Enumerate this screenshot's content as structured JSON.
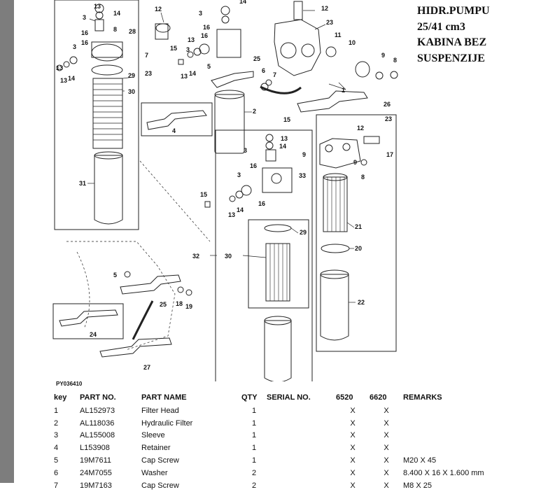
{
  "title_lines": [
    "HIDR.PUMPU",
    "25/41 cm3",
    "KABINA BEZ",
    "SUSPENZIJE"
  ],
  "figure_id": "PY036410",
  "callouts": {
    "c1": "1",
    "c2": "2",
    "c3": "3",
    "c4": "4",
    "c5": "5",
    "c6": "6",
    "c7": "7",
    "c8": "8",
    "c9": "9",
    "c10": "10",
    "c11": "11",
    "c12": "12",
    "c13": "13",
    "c14": "14",
    "c15": "15",
    "c16": "16",
    "c17": "17",
    "c18": "18",
    "c19": "19",
    "c20": "20",
    "c21": "21",
    "c22": "22",
    "c23": "23",
    "c24": "24",
    "c25": "25",
    "c26": "26",
    "c27": "27",
    "c28": "28",
    "c29": "29",
    "c30": "30",
    "c31": "31",
    "c32": "32",
    "c33": "33"
  },
  "table": {
    "headers": {
      "key": "key",
      "part_no": "PART NO.",
      "part_name": "PART NAME",
      "qty": "QTY",
      "serial": "SERIAL NO.",
      "m6520": "6520",
      "m6620": "6620",
      "remarks": "REMARKS"
    },
    "rows": [
      {
        "key": "1",
        "part_no": "AL152973",
        "part_name": "Filter Head",
        "qty": "1",
        "serial": "",
        "m6520": "X",
        "m6620": "X",
        "remarks": ""
      },
      {
        "key": "2",
        "part_no": "AL118036",
        "part_name": "Hydraulic Filter",
        "qty": "1",
        "serial": "",
        "m6520": "X",
        "m6620": "X",
        "remarks": ""
      },
      {
        "key": "3",
        "part_no": "AL155008",
        "part_name": "Sleeve",
        "qty": "1",
        "serial": "",
        "m6520": "X",
        "m6620": "X",
        "remarks": ""
      },
      {
        "key": "4",
        "part_no": "L153908",
        "part_name": "Retainer",
        "qty": "1",
        "serial": "",
        "m6520": "X",
        "m6620": "X",
        "remarks": ""
      },
      {
        "key": "5",
        "part_no": "19M7611",
        "part_name": "Cap Screw",
        "qty": "1",
        "serial": "",
        "m6520": "X",
        "m6620": "X",
        "remarks": "M20 X 45"
      },
      {
        "key": "6",
        "part_no": "24M7055",
        "part_name": "Washer",
        "qty": "2",
        "serial": "",
        "m6520": "X",
        "m6620": "X",
        "remarks": "8.400 X 16 X 1.600 mm"
      },
      {
        "key": "7",
        "part_no": "19M7163",
        "part_name": "Cap Screw",
        "qty": "2",
        "serial": "",
        "m6520": "X",
        "m6620": "X",
        "remarks": "M8 X 25"
      }
    ]
  }
}
